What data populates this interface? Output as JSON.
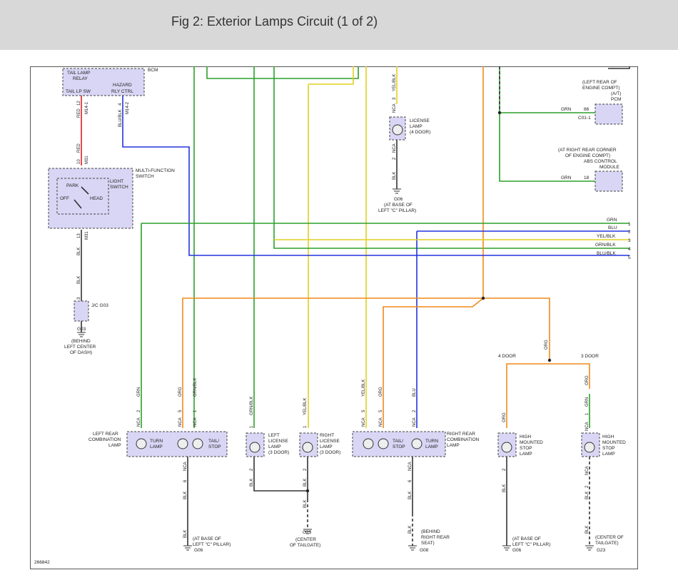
{
  "title": "Fig 2: Exterior Lamps Circuit (1 of 2)",
  "figure_id": "266842",
  "bcm": {
    "name": "BCM",
    "relay": "TAIL LAMP\nRELAY",
    "tail_sw": "TAIL LP SW",
    "hazard": "HAZARD\nRLY CTRL"
  },
  "mfs": {
    "name": "MULTI-FUNCTION\nSWITCH",
    "light_switch": "LIGHT\nSWITCH",
    "park": "PARK",
    "off": "OFF",
    "head": "HEAD"
  },
  "pcm": {
    "location": "(LEFT REAR OF\nENGINE COMPT)\n(A/T)\nPCM",
    "pin": "86",
    "conn": "C01-1",
    "wire": "GRN"
  },
  "abs": {
    "location": "(AT RIGHT REAR CORNER\nOF ENGINE COMPT)\nABS CONTROL\nMODULE",
    "pin": "18",
    "wire": "GRN"
  },
  "license_top": {
    "name": "LICENSE\nLAMP\n(4 DOOR)",
    "ground": "G06",
    "ground_loc": "(AT BASE OF\nLEFT \"C\" PILLAR)"
  },
  "jc": {
    "name": "J/C G03",
    "ground": "G03",
    "ground_loc": "(BEHIND\nLEFT CENTER\nOF DASH)"
  },
  "bus": [
    {
      "num": "1",
      "label": "GRN"
    },
    {
      "num": "2",
      "label": "BLU"
    },
    {
      "num": "3",
      "label": "YEL/BLK"
    },
    {
      "num": "4",
      "label": "GRN/BLK"
    },
    {
      "num": "5",
      "label": "BLU/BLK"
    }
  ],
  "door_options": {
    "four": "4 DOOR",
    "three": "3 DOOR",
    "wire": "ORG"
  },
  "left_rear": {
    "name": "LEFT REAR\nCOMBINATION\nLAMP",
    "turn": "TURN\nLAMP",
    "tail": "TAIL/\nSTOP",
    "ground": "G06",
    "ground_loc": "(AT BASE OF\nLEFT \"C\" PILLAR)"
  },
  "left_license": {
    "name": "LEFT\nLICENSE\nLAMP\n(3 DOOR)"
  },
  "right_license": {
    "name": "RIGHT\nLICENSE\nLAMP\n(3 DOOR)",
    "ground": "G23",
    "ground_loc": "(CENTER\nOF TAILGATE)"
  },
  "right_rear": {
    "name": "RIGHT REAR\nCOMBINATION\nLAMP",
    "tail": "TAIL/\nSTOP",
    "turn": "TURN\nLAMP",
    "ground": "G08",
    "ground_loc": "(BEHIND\nRIGHT REAR\nSEAT)"
  },
  "hmsl_4door": {
    "name": "HIGH\nMOUNTED\nSTOP\nLAMP",
    "ground": "G06",
    "ground_loc": "(AT BASE OF\nLEFT \"C\" PILLAR)"
  },
  "hmsl_3door": {
    "name": "HIGH\nMOUNTED\nSTOP\nLAMP",
    "ground": "G23",
    "ground_loc": "(CENTER OF\nTAILGATE)"
  },
  "wire_labels": {
    "red": "RED",
    "blublk": "BLU/BLK",
    "blk": "BLK",
    "nca": "NCA",
    "grn": "GRN",
    "org": "ORG",
    "grnblk": "GRN/BLK",
    "yelblk": "YEL/BLK",
    "blu": "BLU",
    "m141": "M14-1",
    "m142": "M14-2",
    "m31": "M31"
  }
}
